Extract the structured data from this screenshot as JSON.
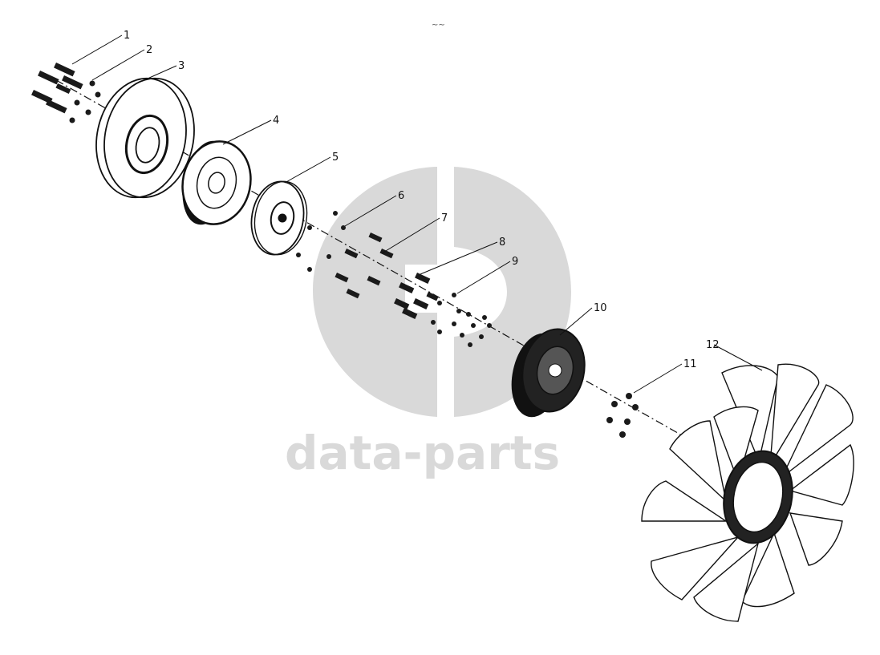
{
  "watermark": {
    "brand_text": "data-parts",
    "color": "#d9d9d9"
  },
  "top_mark": "~~",
  "diagram": {
    "line_color": "#111111",
    "callouts": [
      "1",
      "2",
      "3",
      "4",
      "5",
      "6",
      "7",
      "8",
      "9",
      "10",
      "11",
      "12"
    ]
  }
}
